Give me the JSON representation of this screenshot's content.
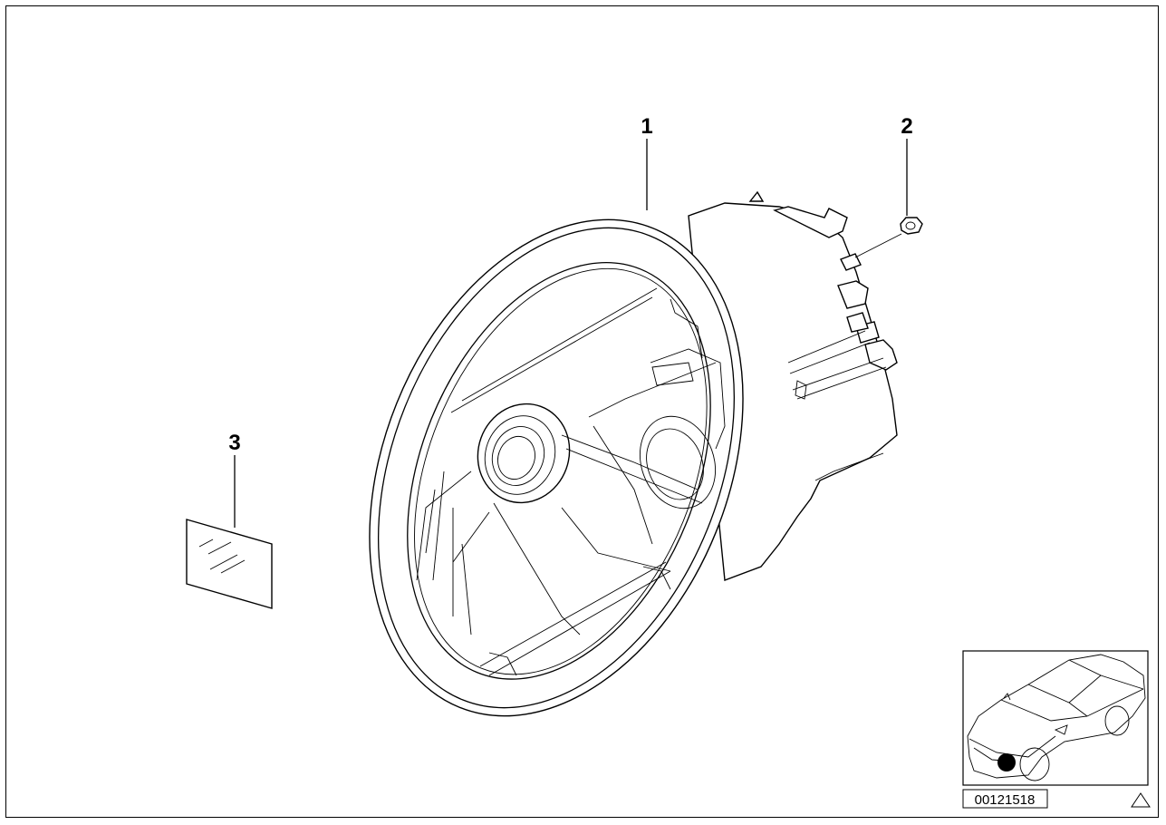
{
  "diagram": {
    "callouts": [
      {
        "id": "1",
        "label": "1"
      },
      {
        "id": "2",
        "label": "2"
      },
      {
        "id": "3",
        "label": "3"
      }
    ],
    "reference_number": "00121518",
    "colors": {
      "line": "#000000",
      "background": "#ffffff"
    },
    "icons": {
      "warning": "warning-triangle-icon",
      "location_marker": "location-dot-icon"
    }
  }
}
